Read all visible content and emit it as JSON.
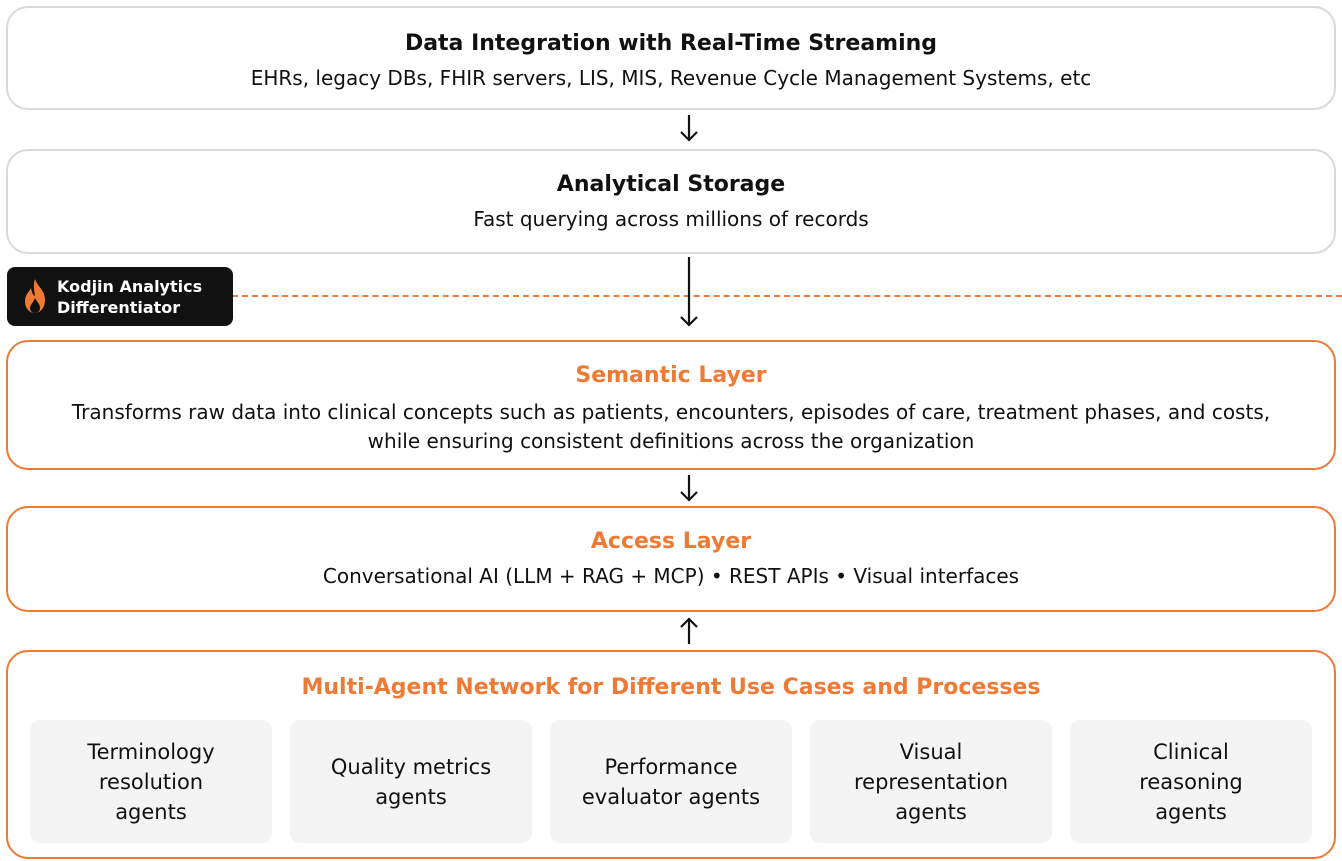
{
  "layers": {
    "integration": {
      "title": "Data Integration with Real-Time Streaming",
      "subtitle": "EHRs, legacy DBs, FHIR servers, LIS, MIS, Revenue Cycle Management Systems, etc"
    },
    "storage": {
      "title": "Analytical Storage",
      "subtitle": "Fast querying across millions of records"
    },
    "semantic": {
      "title": "Semantic Layer",
      "subtitle": "Transforms raw data into clinical concepts such as patients, encounters, episodes of care, treatment phases, and costs, while ensuring consistent definitions across the organization"
    },
    "access": {
      "title": "Access Layer",
      "subtitle": "Conversational AI (LLM + RAG + MCP) • REST APIs • Visual interfaces"
    },
    "agents": {
      "title": "Multi-Agent Network for Different Use Cases and Processes",
      "cards": [
        "Terminology\nresolution\nagents",
        "Quality metrics\nagents",
        "Performance\nevaluator agents",
        "Visual\nrepresentation\nagents",
        "Clinical\nreasoning\nagents"
      ]
    }
  },
  "badge": {
    "line1": "Kodjin Analytics",
    "line2": "Differentiator",
    "icon": "flame-icon"
  },
  "colors": {
    "accent": "#ee7a35",
    "grey_border": "#d9d9d9",
    "card_bg": "#f4f4f4",
    "badge_bg": "#111111"
  }
}
